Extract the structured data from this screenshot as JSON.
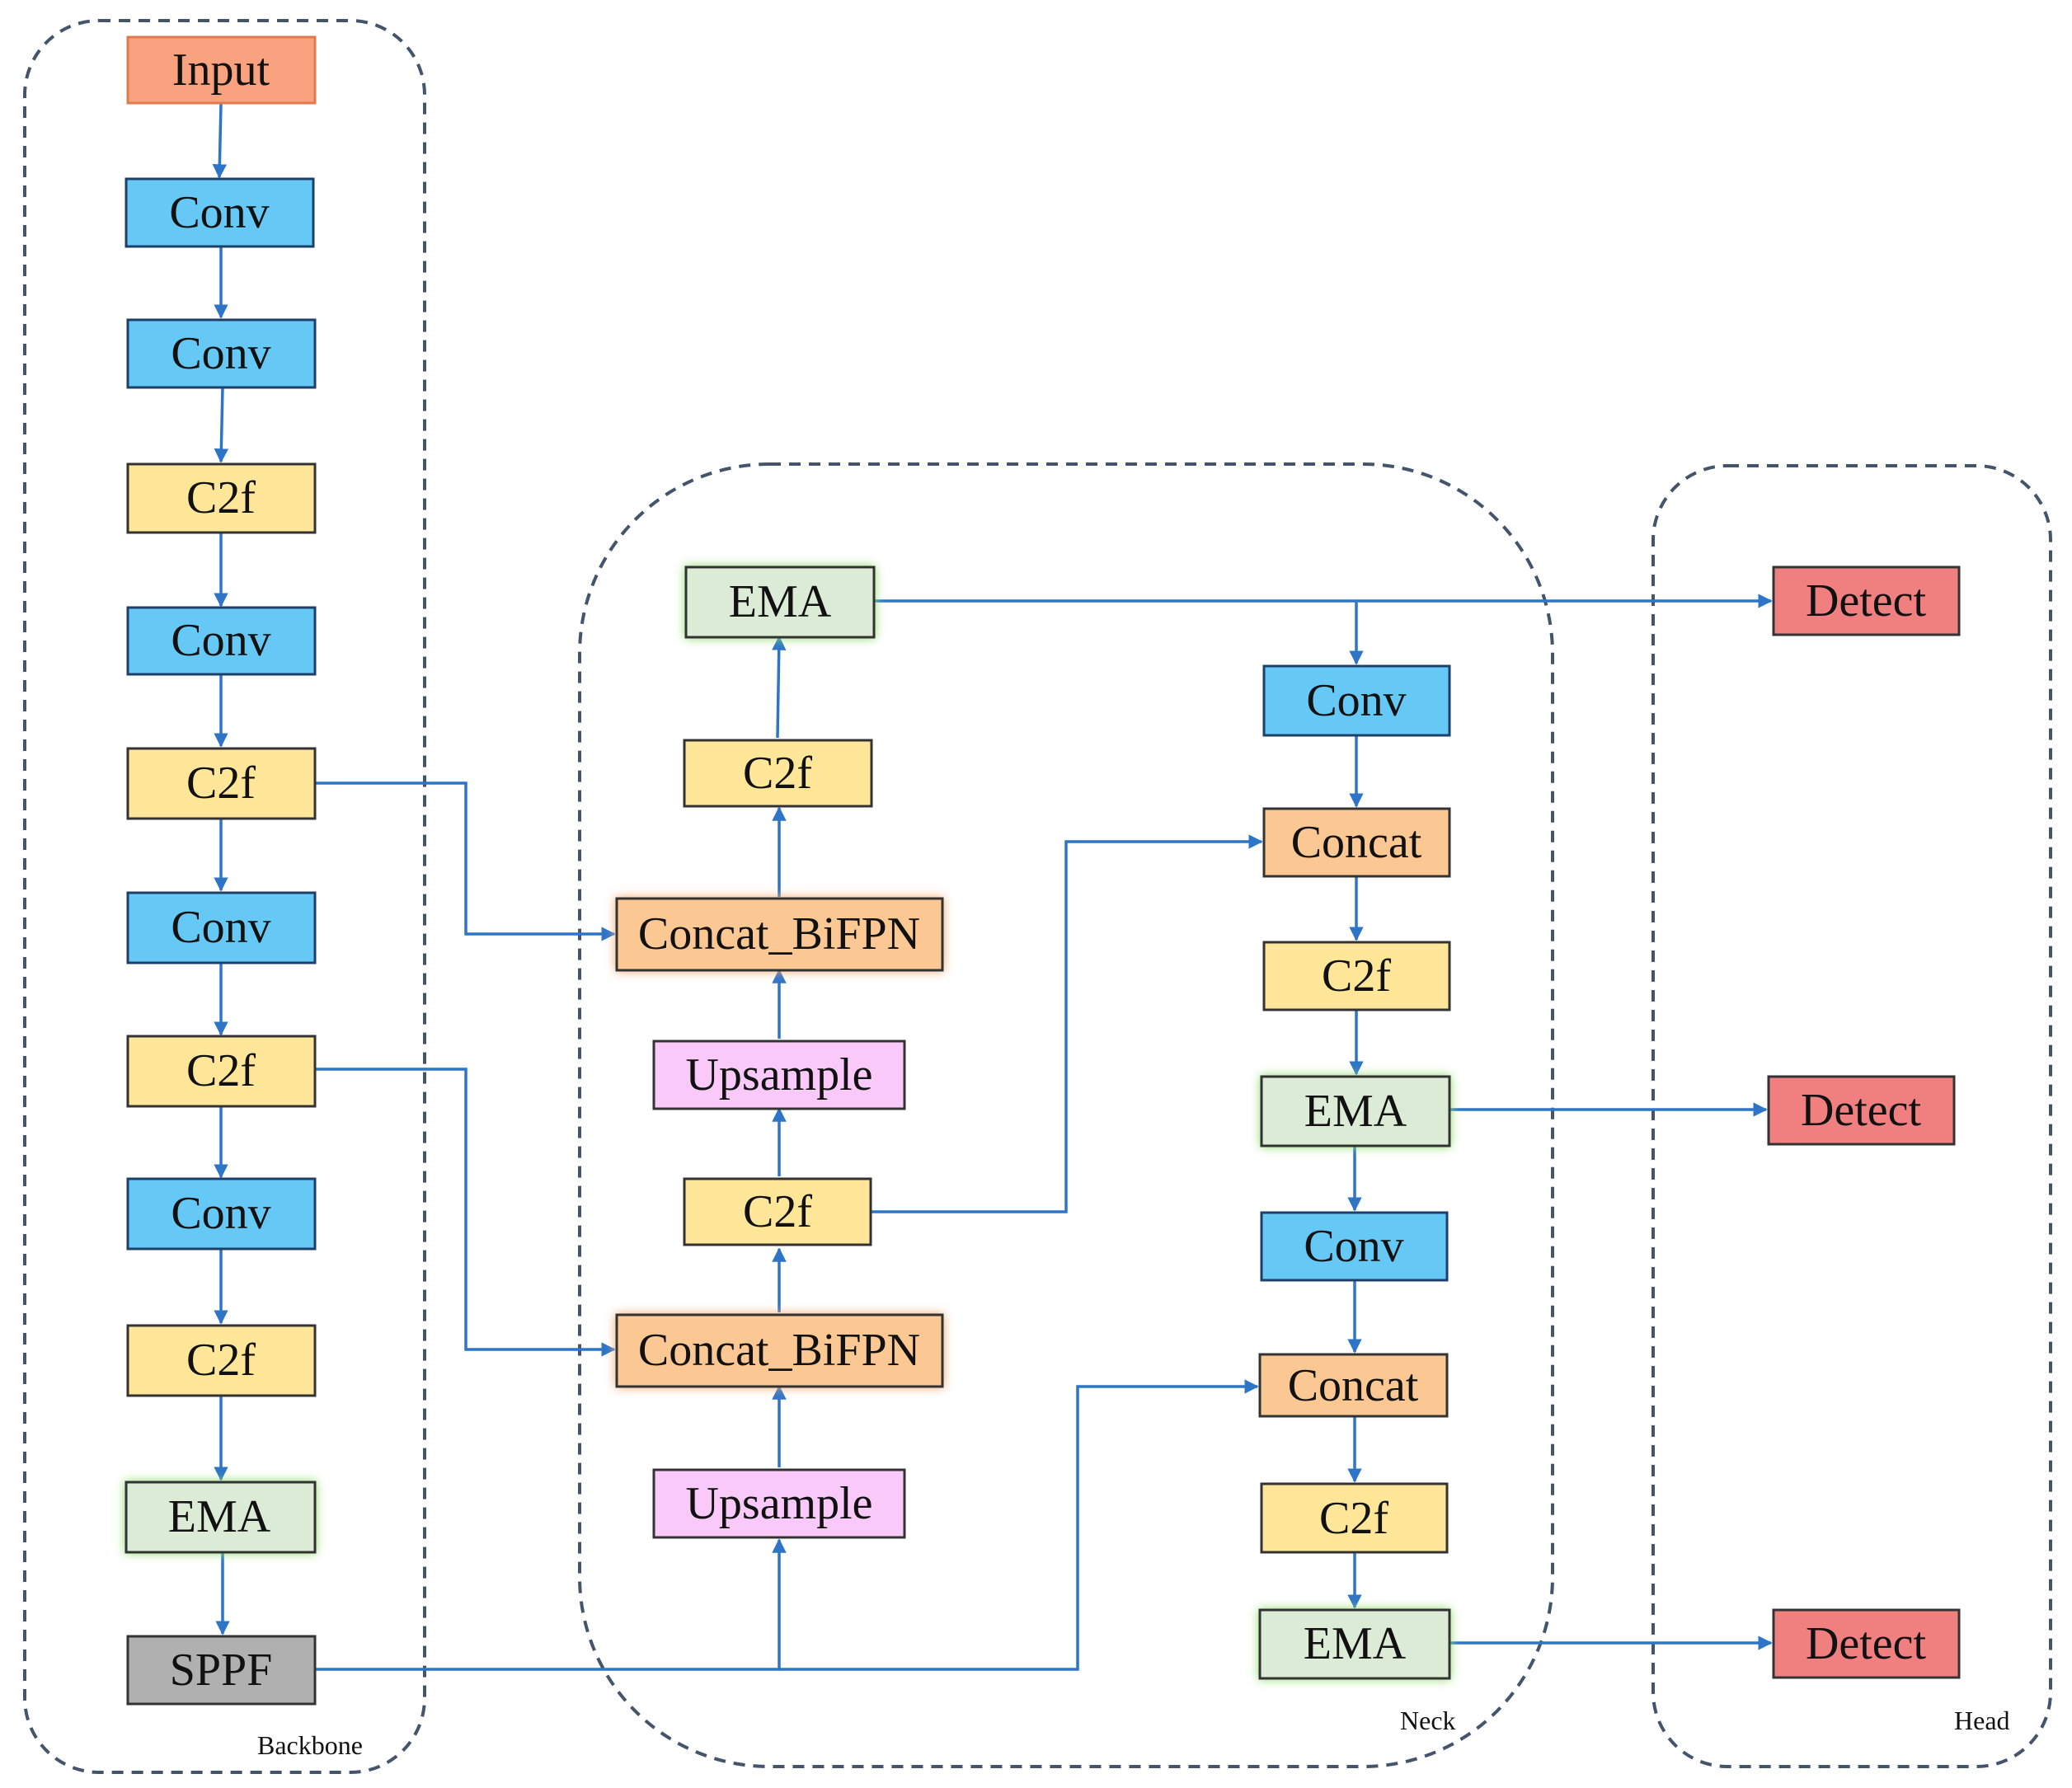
{
  "colors": {
    "input": "#f8a27f",
    "conv": "#66c8f5",
    "c2f": "#ffe699",
    "ema": "#dcebd6",
    "ema_glow": "#9ee07f",
    "sppf": "#b0b0b0",
    "concat": "#fbc894",
    "concat_glow": "#f6b27e",
    "upsample": "#f9c9f9",
    "detect": "#f08080",
    "edge": "#2e75c8",
    "group_border": "#44546a"
  },
  "groups": {
    "backbone": "Backbone",
    "neck": "Neck",
    "head": "Head"
  },
  "nodes": {
    "bb_input": "Input",
    "bb_conv1": "Conv",
    "bb_conv2": "Conv",
    "bb_c2f1": "C2f",
    "bb_conv3": "Conv",
    "bb_c2f2": "C2f",
    "bb_conv4": "Conv",
    "bb_c2f3": "C2f",
    "bb_conv5": "Conv",
    "bb_c2f4": "C2f",
    "bb_ema": "EMA",
    "bb_sppf": "SPPF",
    "nk_ema_top": "EMA",
    "nk_c2f_top": "C2f",
    "nk_bifpn_top": "Concat_BiFPN",
    "nk_upsample_top": "Upsample",
    "nk_c2f_mid": "C2f",
    "nk_bifpn_bot": "Concat_BiFPN",
    "nk_upsample_bot": "Upsample",
    "nk_conv_r1": "Conv",
    "nk_concat_r1": "Concat",
    "nk_c2f_r1": "C2f",
    "nk_ema_r1": "EMA",
    "nk_conv_r2": "Conv",
    "nk_concat_r2": "Concat",
    "nk_c2f_r2": "C2f",
    "nk_ema_r2": "EMA",
    "hd_detect1": "Detect",
    "hd_detect2": "Detect",
    "hd_detect3": "Detect"
  }
}
